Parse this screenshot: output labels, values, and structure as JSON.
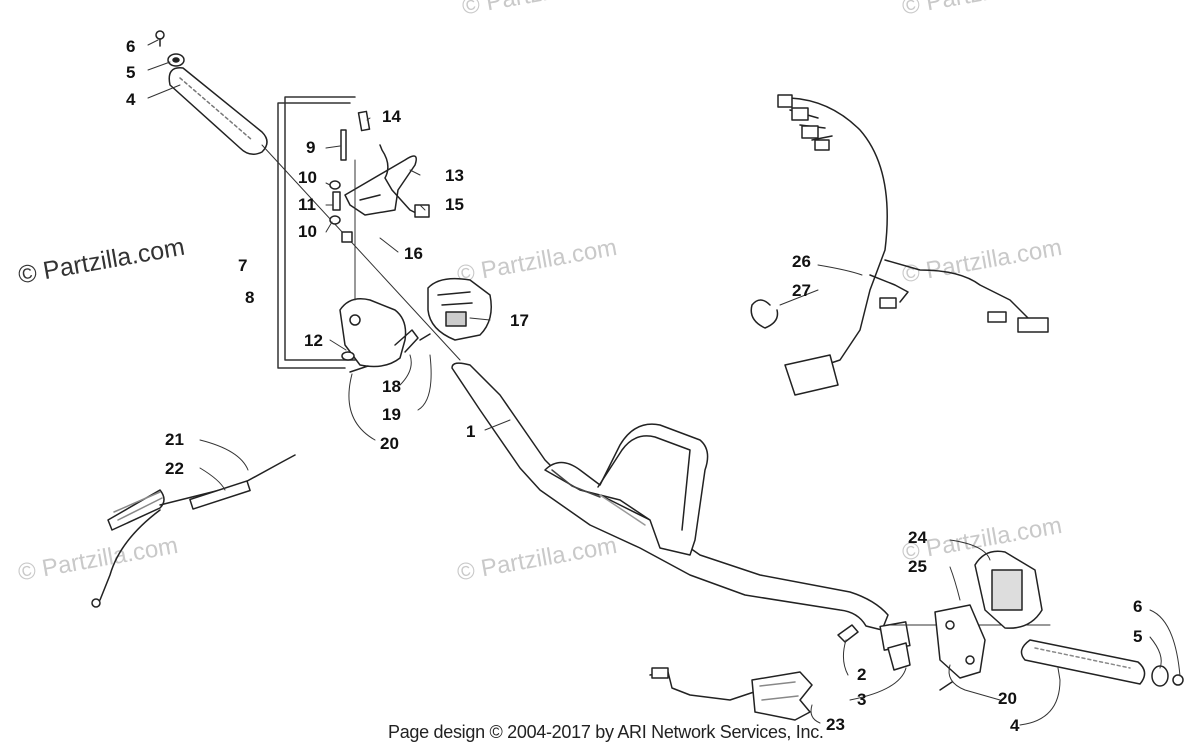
{
  "watermark": {
    "brand": "© Partzilla.com"
  },
  "footer": {
    "credit": "Page design © 2004-2017 by ARI Network Services, Inc."
  },
  "callouts": {
    "c1": "1",
    "c2": "2",
    "c3": "3",
    "c4a": "4",
    "c4b": "4",
    "c5a": "5",
    "c5b": "5",
    "c6a": "6",
    "c6b": "6",
    "c7": "7",
    "c8": "8",
    "c9": "9",
    "c10a": "10",
    "c10b": "10",
    "c11": "11",
    "c12": "12",
    "c13": "13",
    "c14": "14",
    "c15": "15",
    "c16": "16",
    "c17": "17",
    "c18": "18",
    "c19": "19",
    "c20a": "20",
    "c20b": "20",
    "c21": "21",
    "c22": "22",
    "c23": "23",
    "c24": "24",
    "c25": "25",
    "c26": "26",
    "c27": "27"
  }
}
